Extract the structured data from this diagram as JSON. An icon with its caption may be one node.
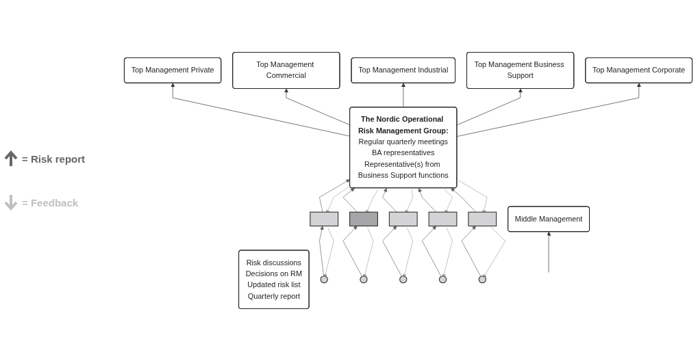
{
  "diagram": {
    "nodes": [
      {
        "text": [
          "Top Management Private"
        ]
      },
      {
        "text": [
          "Top Management Commercial"
        ]
      },
      {
        "text": [
          "Top Management Industrial"
        ]
      },
      {
        "text": [
          "Top Management Business Support"
        ]
      },
      {
        "text": [
          "Top Management Corporate"
        ]
      },
      {
        "text": [
          "The Nordic Operational Risk Management Group:",
          "Regular quarterly meetings",
          "BA representatives",
          "Representative(s) from Business Support functions"
        ]
      },
      {
        "text": [
          "Risk discussions",
          "Decisions on RM",
          "Updated risk list",
          "Quarterly report"
        ]
      },
      {
        "text": [],
        "shape": "box"
      },
      {
        "text": [],
        "shape": "box"
      },
      {
        "text": [],
        "shape": "box"
      },
      {
        "text": [],
        "shape": "box"
      },
      {
        "text": [],
        "shape": "box"
      },
      {
        "text": [
          "Middle Management"
        ]
      },
      {
        "text": [],
        "shape": "circle"
      },
      {
        "text": [],
        "shape": "circle"
      },
      {
        "text": [],
        "shape": "circle"
      },
      {
        "text": [],
        "shape": "circle"
      },
      {
        "text": [],
        "shape": "circle"
      }
    ],
    "edges": [
      {
        "from": 5,
        "to": 0,
        "arrow": "to"
      },
      {
        "from": 5,
        "to": 1,
        "arrow": "to"
      },
      {
        "from": 5,
        "to": 2,
        "arrow": "to"
      },
      {
        "from": 5,
        "to": 3,
        "arrow": "to"
      },
      {
        "from": 5,
        "to": 4,
        "arrow": "to"
      },
      {
        "from": 7,
        "to": 5,
        "arrow": "to",
        "color": "#666666"
      },
      {
        "from": 5,
        "to": 7,
        "arrow": "to",
        "color": "#a6a6a6"
      },
      {
        "from": 8,
        "to": 5,
        "arrow": "to",
        "color": "#666666"
      },
      {
        "from": 5,
        "to": 8,
        "arrow": "to",
        "color": "#a6a6a6"
      },
      {
        "from": 9,
        "to": 5,
        "arrow": "to",
        "color": "#666666"
      },
      {
        "from": 5,
        "to": 9,
        "arrow": "to",
        "color": "#a6a6a6"
      },
      {
        "from": 10,
        "to": 5,
        "arrow": "to",
        "color": "#666666"
      },
      {
        "from": 5,
        "to": 10,
        "arrow": "to",
        "color": "#a6a6a6"
      },
      {
        "from": 11,
        "to": 5,
        "arrow": "to",
        "color": "#666666"
      },
      {
        "from": 5,
        "to": 11,
        "arrow": "to",
        "color": "#a6a6a6"
      },
      {
        "from": 13,
        "to": 7,
        "arrow": "to",
        "color": "#666666"
      },
      {
        "from": 7,
        "to": 13,
        "arrow": "to",
        "color": "#a6a6a6"
      },
      {
        "from": 14,
        "to": 8,
        "arrow": "to",
        "color": "#666666"
      },
      {
        "from": 8,
        "to": 14,
        "arrow": "to",
        "color": "#a6a6a6"
      },
      {
        "from": 15,
        "to": 9,
        "arrow": "to",
        "color": "#666666"
      },
      {
        "from": 9,
        "to": 15,
        "arrow": "to",
        "color": "#a6a6a6"
      },
      {
        "from": 16,
        "to": 10,
        "arrow": "to",
        "color": "#666666"
      },
      {
        "from": 10,
        "to": 16,
        "arrow": "to",
        "color": "#a6a6a6"
      },
      {
        "from": 17,
        "to": 11,
        "arrow": "to",
        "color": "#666666"
      },
      {
        "from": 11,
        "to": 17,
        "arrow": "to",
        "color": "#a6a6a6"
      },
      {
        "from": null,
        "to": 12,
        "arrow": "to"
      }
    ],
    "legend": [
      {
        "text": "= Risk report"
      },
      {
        "text": "= Feedback"
      }
    ]
  }
}
